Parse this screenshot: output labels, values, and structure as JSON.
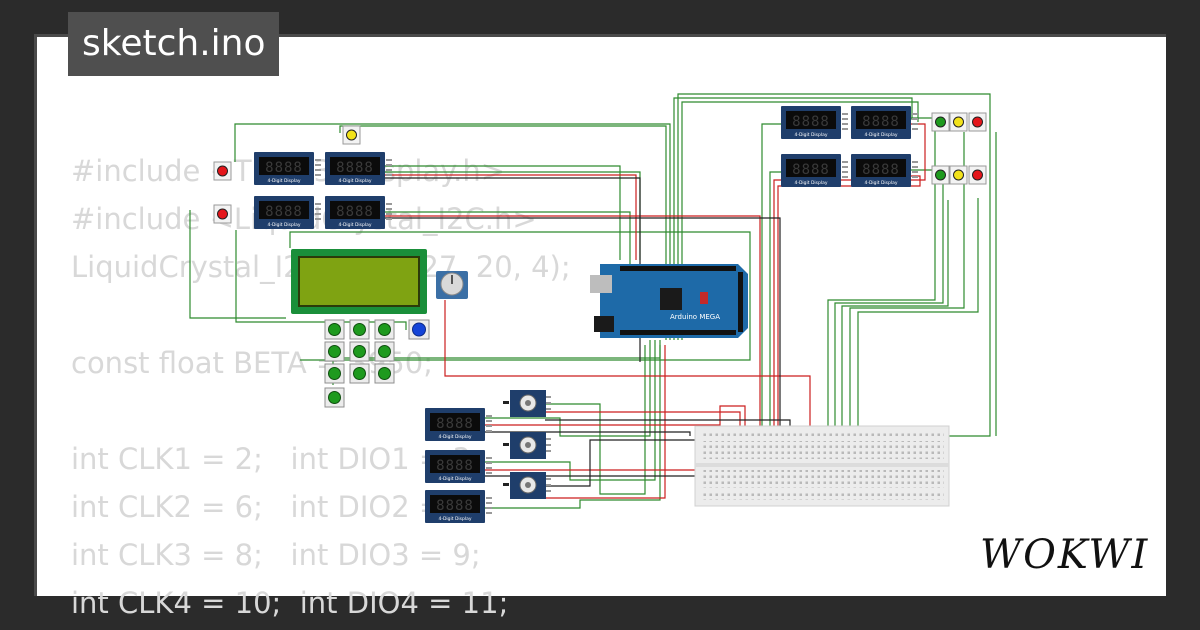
{
  "window": {
    "title": "sketch.ino"
  },
  "code_lines": [
    "#include <TM1637Display.h>",
    "#include <LiquidCrystal_I2C.h>",
    "LiquidCrystal_I2C lcd(0x27, 20, 4);",
    "",
    "const float BETA = 3950;",
    "",
    "int CLK1 = 2;   int DIO1 = 3;",
    "int CLK2 = 6;   int DIO2 = 7;",
    "int CLK3 = 8;   int DIO3 = 9;",
    "int CLK4 = 10;  int DIO4 = 11;"
  ],
  "brand": {
    "name": "WOKWI"
  },
  "board": {
    "label": "Arduino MEGA"
  },
  "digit_display": {
    "label": "4-Digit Display",
    "digits": "8888"
  },
  "colors": {
    "wire_green": "#2e8b2e",
    "wire_red": "#cc1f1f",
    "wire_black": "#222222",
    "board_blue": "#1e6aa8",
    "lcd_green": "#7fa312",
    "display_bg": "#1f3e6b",
    "led_red": "#e4161b",
    "led_yellow": "#f2e21a",
    "led_green": "#1e9a1e",
    "button_blue": "#1444d8"
  }
}
